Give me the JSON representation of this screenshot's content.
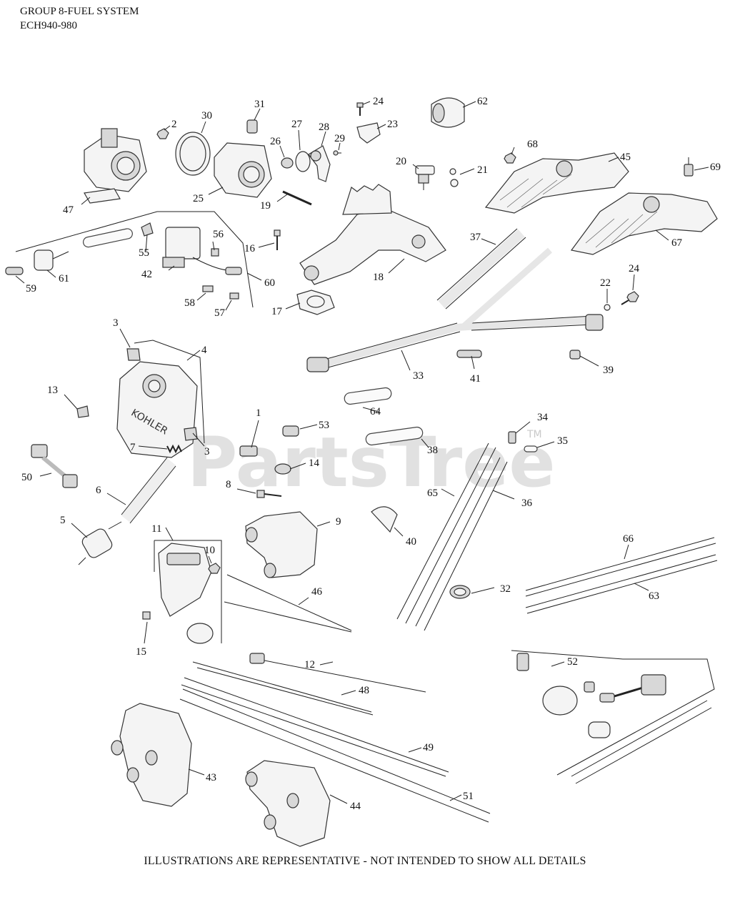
{
  "header": {
    "line1": "GROUP 8-FUEL SYSTEM",
    "line2": "ECH940-980"
  },
  "footer": "ILLUSTRATIONS ARE REPRESENTATIVE - NOT INTENDED TO SHOW ALL DETAILS",
  "watermark": {
    "text": "PartsTree",
    "mark": "TM"
  },
  "callouts": {
    "c1": "1",
    "c2": "2",
    "c3a": "3",
    "c3b": "3",
    "c4": "4",
    "c5": "5",
    "c6": "6",
    "c7": "7",
    "c8": "8",
    "c9": "9",
    "c10": "10",
    "c11": "11",
    "c12": "12",
    "c13": "13",
    "c14": "14",
    "c15": "15",
    "c16": "16",
    "c17": "17",
    "c18": "18",
    "c19": "19",
    "c20": "20",
    "c21": "21",
    "c22": "22",
    "c23": "23",
    "c24a": "24",
    "c24b": "24",
    "c25": "25",
    "c26": "26",
    "c27": "27",
    "c28": "28",
    "c29": "29",
    "c30": "30",
    "c31": "31",
    "c32": "32",
    "c33": "33",
    "c34": "34",
    "c35": "35",
    "c36": "36",
    "c37": "37",
    "c38": "38",
    "c39": "39",
    "c40": "40",
    "c41": "41",
    "c42": "42",
    "c43": "43",
    "c44": "44",
    "c45": "45",
    "c46": "46",
    "c47": "47",
    "c48": "48",
    "c49": "49",
    "c50": "50",
    "c51": "51",
    "c52": "52",
    "c53": "53",
    "c55": "55",
    "c56": "56",
    "c57": "57",
    "c58": "58",
    "c59": "59",
    "c60": "60",
    "c61": "61",
    "c62": "62",
    "c63": "63",
    "c64": "64",
    "c65": "65",
    "c66": "66",
    "c67": "67",
    "c68": "68",
    "c69": "69"
  }
}
